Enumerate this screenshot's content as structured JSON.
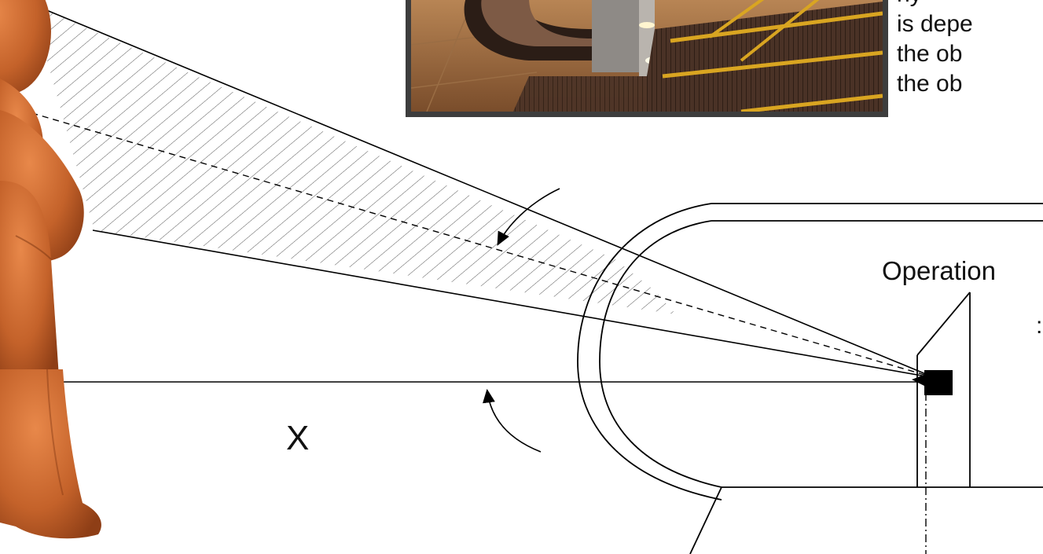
{
  "labels": {
    "operation": "Operation",
    "x": "X",
    "z_partial": ":"
  },
  "description_lines": [
    "ny",
    "is depe",
    "the ob",
    "the ob"
  ],
  "photo": {
    "subject": "escalator-entrance-photo"
  },
  "icons": {
    "figure": "person-figure-icon",
    "sensor": "sensor-icon"
  },
  "colors": {
    "figure": "#c4622a",
    "line": "#000000",
    "photo_frame": "#3d3d3d",
    "yellow_stripe": "#d9a521"
  }
}
